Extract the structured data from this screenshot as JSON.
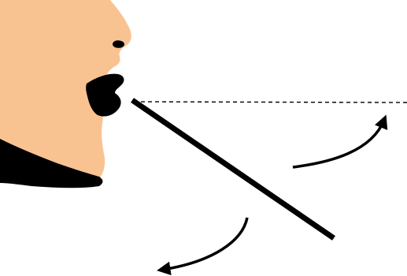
{
  "diagram": {
    "subject": "face-profile-blowing-on-paper-strip",
    "colors": {
      "skin": "#F9C391",
      "hair_and_lips": "#000000",
      "strip": "#000000",
      "dashed_line": "#000000",
      "arrows": "#000000",
      "background": "#FFFFFF"
    },
    "icons": [
      "face-profile",
      "paper-strip",
      "airflow-dashed-line",
      "curved-arrow-up",
      "curved-arrow-down"
    ]
  }
}
